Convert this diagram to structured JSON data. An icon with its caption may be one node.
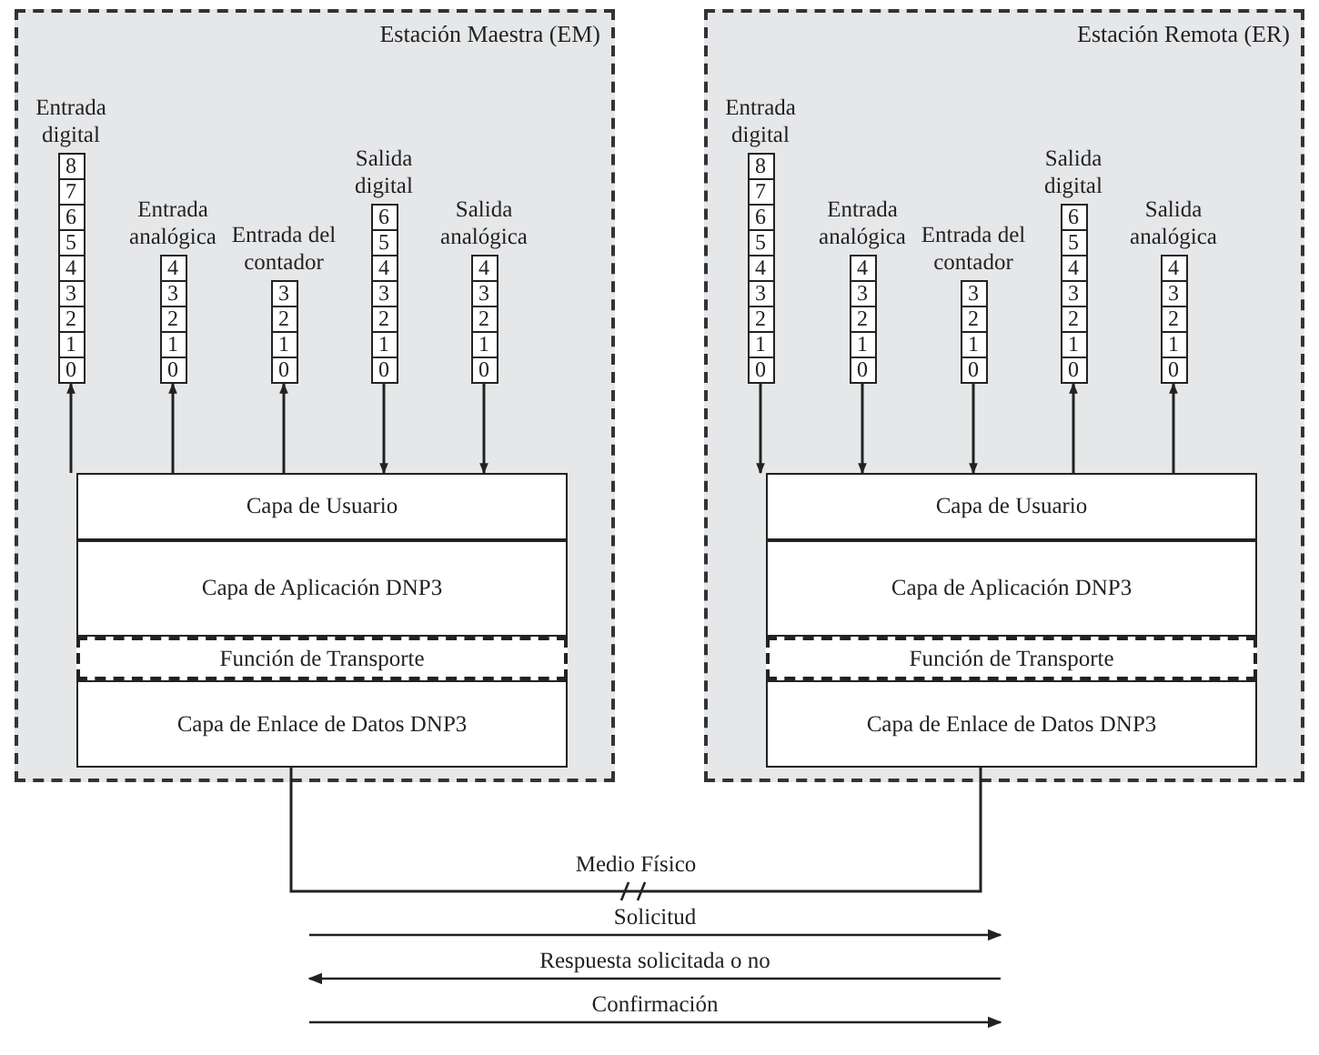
{
  "diagram": {
    "nodes": [
      {
        "text": [
          "Estación Maestra (EM)"
        ]
      },
      {
        "text": [
          "Entrada digital",
          "8",
          "7",
          "6",
          "5",
          "4",
          "3",
          "2",
          "1",
          "0"
        ],
        "in": 0
      },
      {
        "text": [
          "Entrada analógica",
          "4",
          "3",
          "2",
          "1",
          "0"
        ],
        "in": 0
      },
      {
        "text": [
          "Entrada del contador",
          "3",
          "2",
          "1",
          "0"
        ],
        "in": 0
      },
      {
        "text": [
          "Salida digital",
          "6",
          "5",
          "4",
          "3",
          "2",
          "1",
          "0"
        ],
        "in": 0
      },
      {
        "text": [
          "Salida analógica",
          "4",
          "3",
          "2",
          "1",
          "0"
        ],
        "in": 0
      },
      {
        "text": [
          "Capa de Usuario"
        ],
        "in": 0
      },
      {
        "text": [
          "Capa de Aplicación DNP3"
        ],
        "in": 0
      },
      {
        "text": [
          "Función de Transporte"
        ],
        "in": 0
      },
      {
        "text": [
          "Capa de Enlace de Datos DNP3"
        ],
        "in": 0
      },
      {
        "text": [
          "Estación Remota (ER)"
        ]
      },
      {
        "text": [
          "Entrada digital",
          "8",
          "7",
          "6",
          "5",
          "4",
          "3",
          "2",
          "1",
          "0"
        ],
        "in": 10
      },
      {
        "text": [
          "Entrada analógica",
          "4",
          "3",
          "2",
          "1",
          "0"
        ],
        "in": 10
      },
      {
        "text": [
          "Entrada del contador",
          "3",
          "2",
          "1",
          "0"
        ],
        "in": 10
      },
      {
        "text": [
          "Salida digital",
          "6",
          "5",
          "4",
          "3",
          "2",
          "1",
          "0"
        ],
        "in": 10
      },
      {
        "text": [
          "Salida analógica",
          "4",
          "3",
          "2",
          "1",
          "0"
        ],
        "in": 10
      },
      {
        "text": [
          "Capa de Usuario"
        ],
        "in": 10
      },
      {
        "text": [
          "Capa de Aplicación DNP3"
        ],
        "in": 10
      },
      {
        "text": [
          "Función de Transporte"
        ],
        "in": 10
      },
      {
        "text": [
          "Capa de Enlace de Datos DNP3"
        ],
        "in": 10
      }
    ],
    "edges": [
      {
        "from": 6,
        "to": 1,
        "arrow": "to"
      },
      {
        "from": 6,
        "to": 2,
        "arrow": "to"
      },
      {
        "from": 6,
        "to": 3,
        "arrow": "to"
      },
      {
        "from": 4,
        "to": 6,
        "arrow": "to"
      },
      {
        "from": 5,
        "to": 6,
        "arrow": "to"
      },
      {
        "from": 11,
        "to": 16,
        "arrow": "to"
      },
      {
        "from": 12,
        "to": 16,
        "arrow": "to"
      },
      {
        "from": 13,
        "to": 16,
        "arrow": "to"
      },
      {
        "from": 16,
        "to": 14,
        "arrow": "to"
      },
      {
        "from": 16,
        "to": 15,
        "arrow": "to"
      },
      {
        "from": 9,
        "to": 19,
        "arrow": "none",
        "label": "Medio Físico"
      }
    ],
    "labels": [
      "Solicitud",
      "Respuesta solicitada o no",
      "Confirmación"
    ]
  }
}
